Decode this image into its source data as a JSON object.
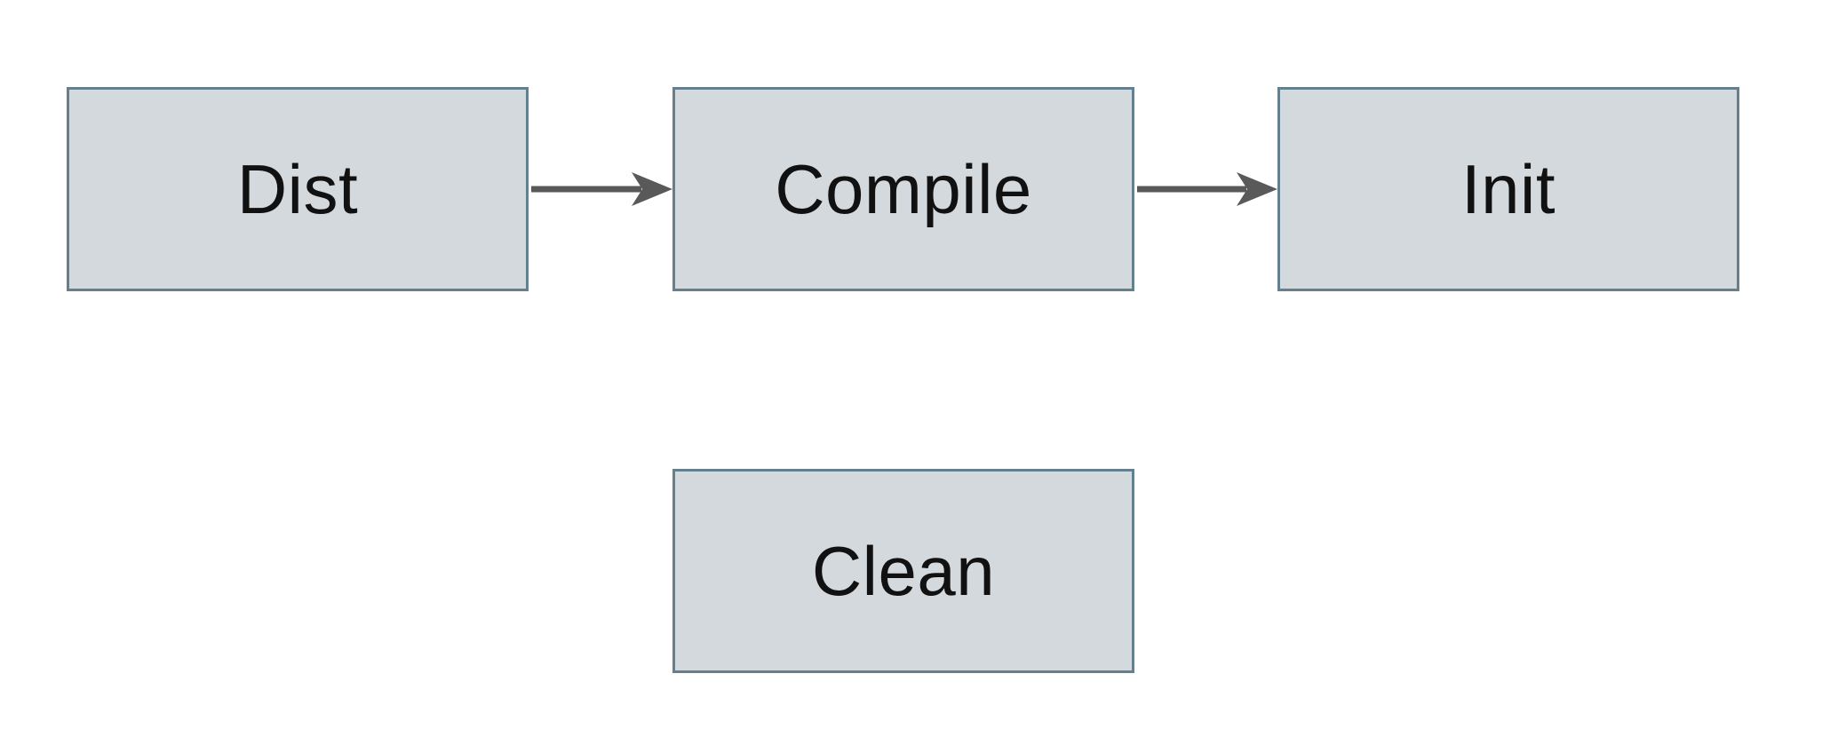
{
  "diagram": {
    "type": "flowchart",
    "background_color": "#ffffff",
    "colors": {
      "node_fill": "#d3d9dc",
      "node_border": "#64808e",
      "arrow": "#595959",
      "text": "#111111"
    },
    "nodes": [
      {
        "id": "dist",
        "label": "Dist"
      },
      {
        "id": "compile",
        "label": "Compile"
      },
      {
        "id": "init",
        "label": "Init"
      },
      {
        "id": "clean",
        "label": "Clean"
      }
    ],
    "edges": [
      {
        "from": "Dist",
        "to": "Compile",
        "style": "arrow"
      },
      {
        "from": "Compile",
        "to": "Init",
        "style": "arrow"
      }
    ]
  }
}
